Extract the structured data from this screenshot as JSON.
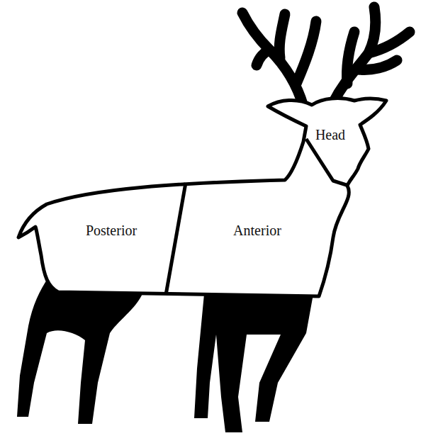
{
  "diagram": {
    "nodes": [
      {
        "text": [
          "Head"
        ]
      },
      {
        "text": [
          "Posterior"
        ]
      },
      {
        "text": [
          "Anterior"
        ]
      }
    ]
  }
}
